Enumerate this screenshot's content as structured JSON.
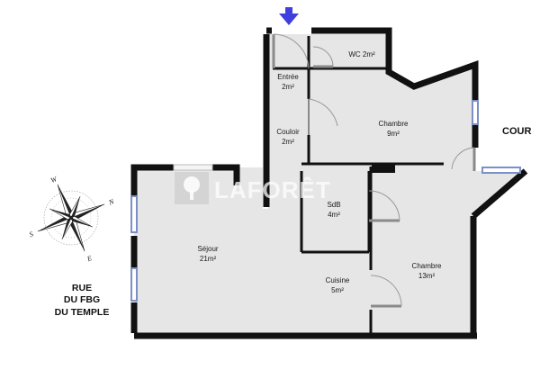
{
  "rooms": {
    "entree": {
      "name": "Entrée",
      "area": "2m²"
    },
    "wc": {
      "name": "WC 2m²"
    },
    "couloir": {
      "name": "Couloir",
      "area": "2m²"
    },
    "chambre1": {
      "name": "Chambre",
      "area": "9m²"
    },
    "sdb": {
      "name": "SdB",
      "area": "4m²"
    },
    "sejour": {
      "name": "Séjour",
      "area": "21m²"
    },
    "cuisine": {
      "name": "Cuisine",
      "area": "5m²"
    },
    "chambre2": {
      "name": "Chambre",
      "area": "13m²"
    }
  },
  "street": {
    "line1": "RUE",
    "line2": "DU FBG",
    "line3": "DU TEMPLE"
  },
  "courtyard": "COUR",
  "watermark": "LAFORÊT",
  "compass": {
    "letters": [
      "N",
      "S",
      "E",
      "W"
    ]
  },
  "colors": {
    "floor": "#e6e6e6",
    "wall": "#111111",
    "door": "#8a8a8a",
    "window": "#7b8fc9",
    "arrow": "#3f3fe0"
  },
  "icons": {
    "entry_arrow": "arrow-down-icon",
    "compass": "compass-rose-icon",
    "logo": "tree-logo-icon"
  }
}
